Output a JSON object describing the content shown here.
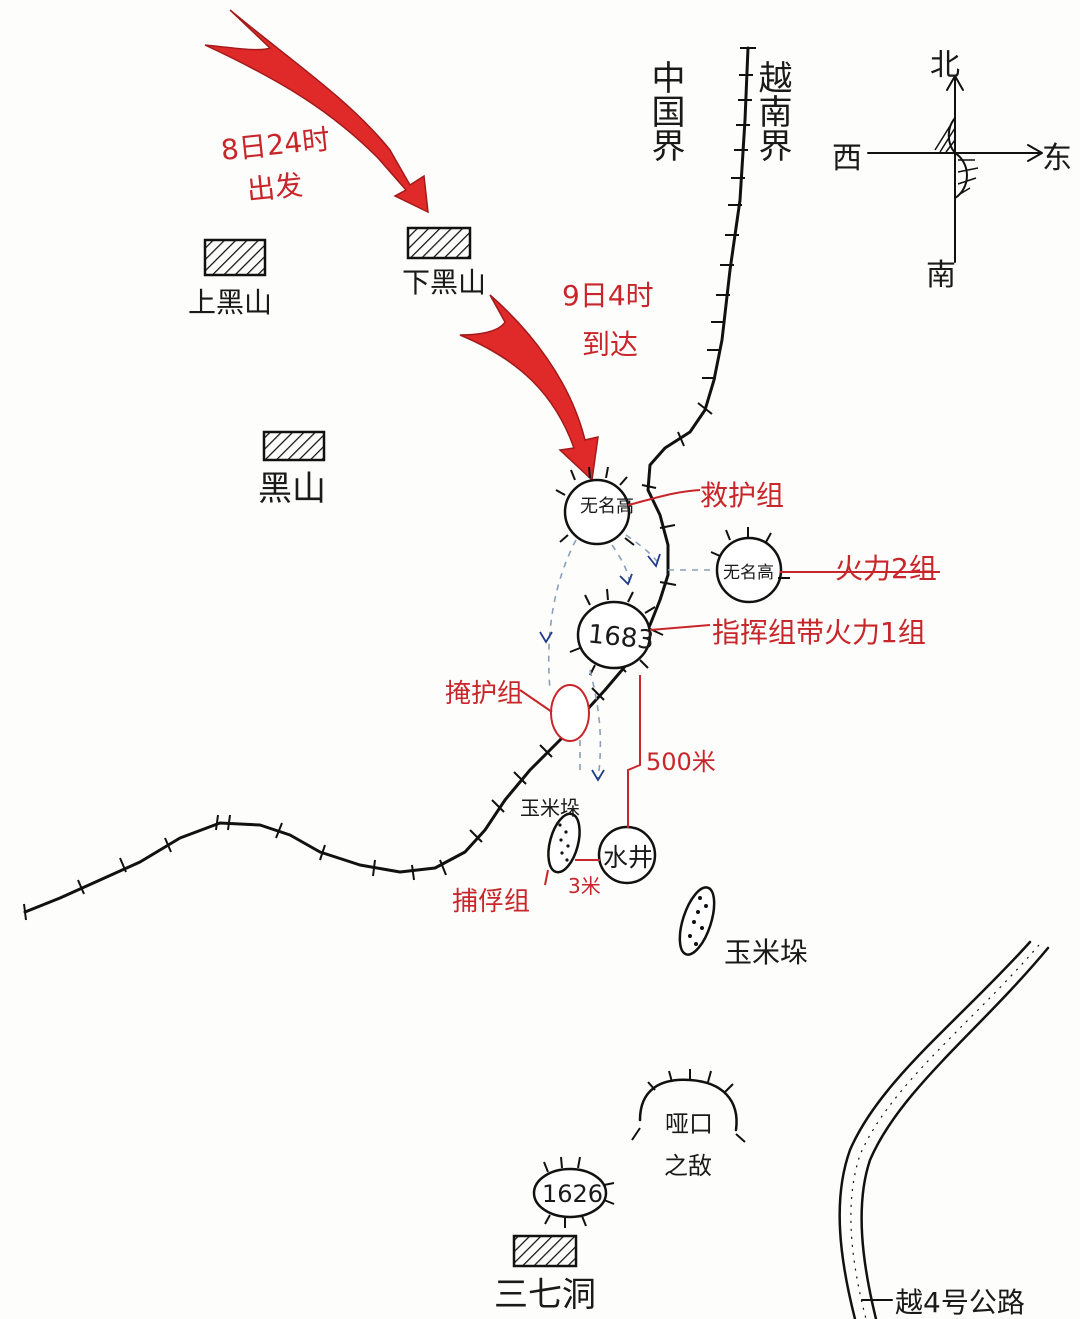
{
  "map": {
    "border": {
      "china_label": "中国界",
      "vietnam_label": "越南界"
    },
    "compass": {
      "north": "北",
      "south": "南",
      "east": "东",
      "west": "西"
    },
    "arrows": {
      "departure": {
        "time": "8日24时",
        "action": "出发"
      },
      "arrival": {
        "time": "9日4时",
        "action": "到达"
      }
    },
    "villages": {
      "shang_heishan": "上黑山",
      "xia_heishan": "下黑山",
      "heishan": "黑山",
      "sanqidong": "三七洞"
    },
    "hills": {
      "unnamed_high_1": "无名高",
      "unnamed_high_2": "无名高",
      "h1683": "1683",
      "h1626": "1626",
      "yakou": "哑口",
      "yakou_enemy": "之敌"
    },
    "units": {
      "rescue": "救护组",
      "fire2": "火力2组",
      "command": "指挥组带火力1组",
      "cover": "掩护组",
      "capture": "捕俘组"
    },
    "features": {
      "well": "水井",
      "cornstack_1": "玉米垛",
      "cornstack_2": "玉米垛",
      "distance_500": "500米",
      "distance_3": "3米",
      "road": "越4号公路"
    },
    "colors": {
      "ink": "#111111",
      "red": "#c8262b",
      "dash": "#8aa0b8",
      "paper": "#fdfdfb"
    }
  }
}
